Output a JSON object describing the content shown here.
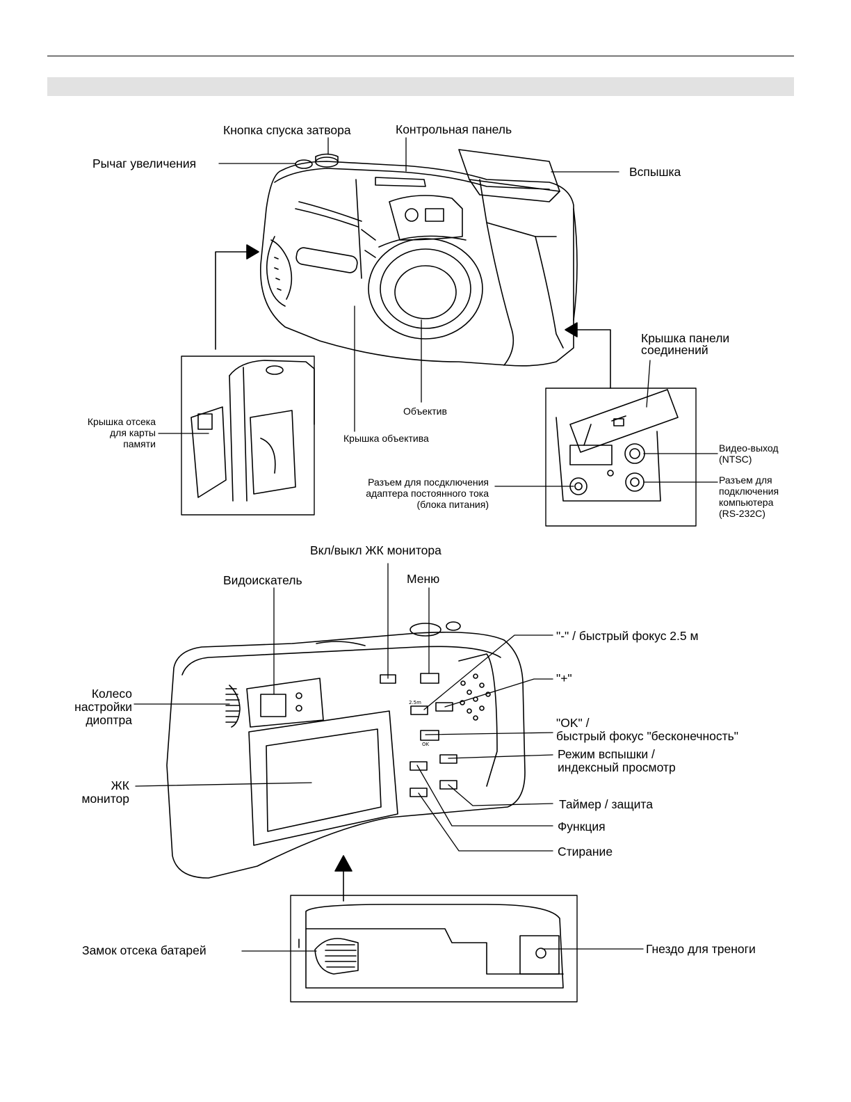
{
  "front": {
    "shutter": "Кнопка спуска затвора",
    "control_panel": "Контрольная панель",
    "zoom_lever": "Рычаг увеличения",
    "flash": "Вспышка",
    "port_cover": "Крышка панели\nсоединений",
    "card_cover": "Крышка отсека\nдля карты\nпамяти",
    "lens": "Объектив",
    "lens_cover": "Крышка объектива",
    "dc_jack": "Разъем для посдключения\nадаптера постоянного тока\n(блока питания)",
    "video_out": "Видео-выход\n(NTSC)",
    "pc_port": "Разъем для\nподключения\nкомпьютера\n(RS-232C)"
  },
  "back": {
    "lcd_toggle": "Вкл/выкл ЖК монитора",
    "viewfinder": "Видоискатель",
    "menu": "Меню",
    "minus_focus": "\"-\" / быстрый фокус 2.5 м",
    "plus": "\"+\"",
    "diopter": "Колесо\nнастройки\nдиоптра",
    "ok_focus": "\"OK\" /\nбыстрый фокус \"бесконечность\"",
    "flash_mode": "Режим вспышки /\nиндексный просмотр",
    "lcd_monitor": "ЖК\nмонитор",
    "timer_protect": "Таймер / защита",
    "function": "Функция",
    "erase": "Стирание"
  },
  "bottom": {
    "battery_lock": "Замок отсека батарей",
    "tripod": "Гнездо для треноги"
  },
  "button_marks": {
    "ok": "OK",
    "focus_dist": "2.5m"
  }
}
